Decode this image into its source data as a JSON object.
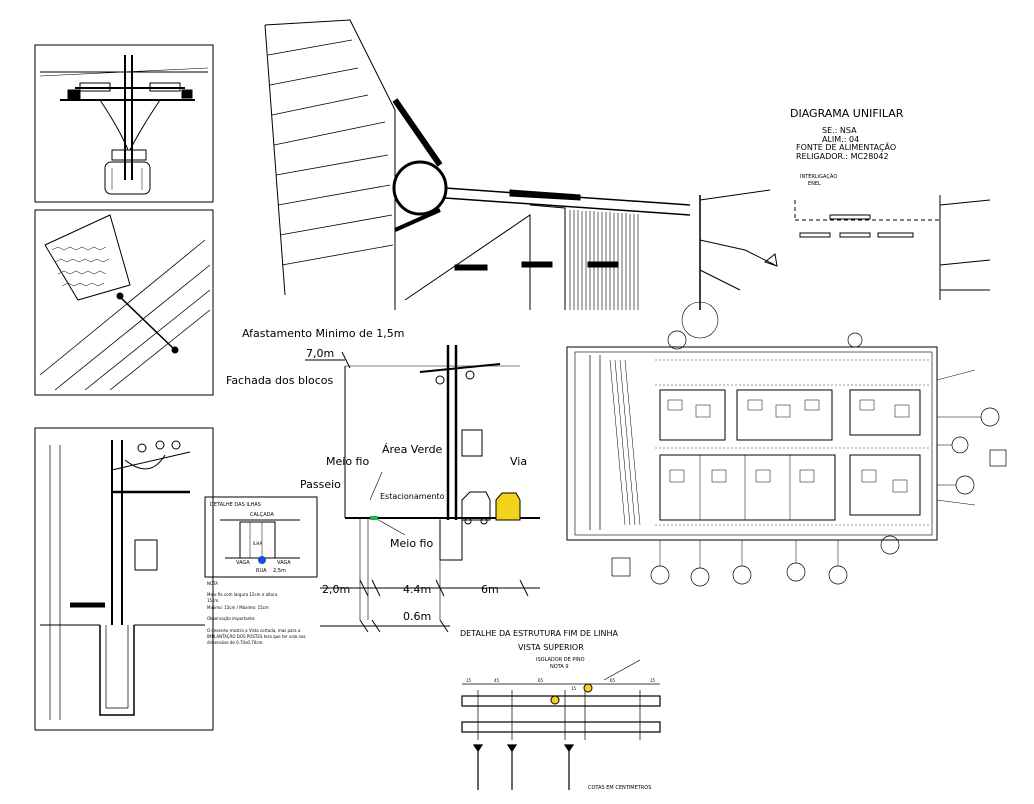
{
  "diagrama": {
    "title": "DIAGRAMA UNIFILAR",
    "lines": [
      "SE.: NSA",
      "ALIM.: 04",
      "FONTE DE ALIMENTAÇÃO",
      "RELIGADOR.: MC28042"
    ],
    "interligacao": [
      "INTERLIGAÇÃO",
      "ENEL"
    ]
  },
  "section": {
    "afastamento": "Afastamento Minimo de 1,5m",
    "dim_7": "7,0m",
    "fachada": "Fachada dos blocos",
    "area_verde": "Área Verde",
    "meio_fio_top": "Meio fio",
    "via": "Via",
    "passeio": "Passeio",
    "estacionamento": "Estacionamento",
    "meio_fio_bottom": "Meio fio",
    "dim_20": "2,0m",
    "dim_44": "4.4m",
    "dim_6": "6m",
    "dim_06": "0.6m"
  },
  "ilhas": {
    "title": "DETALHE DAS ILHAS",
    "calcada": "CALÇADA",
    "ilha": "ILHA",
    "vaga_left": "VAGA",
    "vaga_right": "VAGA",
    "rua": "RUA",
    "rua_dim": "2,5m",
    "nota": "NOTA",
    "notes": [
      "Meio fio com largura 12cm e altura",
      "15cm.",
      "Minimo: 15cm / Máximo: 15cm",
      "Observação importante:",
      "O desenho mostra a Vista cortada, mas para a",
      "IMPLANTAÇÃO DOS POSTES tera que ter vala nas",
      "dimensões de 0.70x0.70cm."
    ]
  },
  "fim_linha": {
    "title": "DETALHE DA ESTRUTURA FIM DE LINHA",
    "subtitle": "VISTA SUPERIOR",
    "isolador": "ISOLADOR DE PINO",
    "nota": "NOTA 9",
    "dims": [
      "15",
      "45",
      "65",
      "15",
      "65",
      "15"
    ],
    "footer": "COTAS EM CENTIMETROS"
  },
  "colors": {
    "ink": "#000000",
    "car": "#f2d31c",
    "blue_mark": "#1e4bd2",
    "paper": "#ffffff"
  }
}
